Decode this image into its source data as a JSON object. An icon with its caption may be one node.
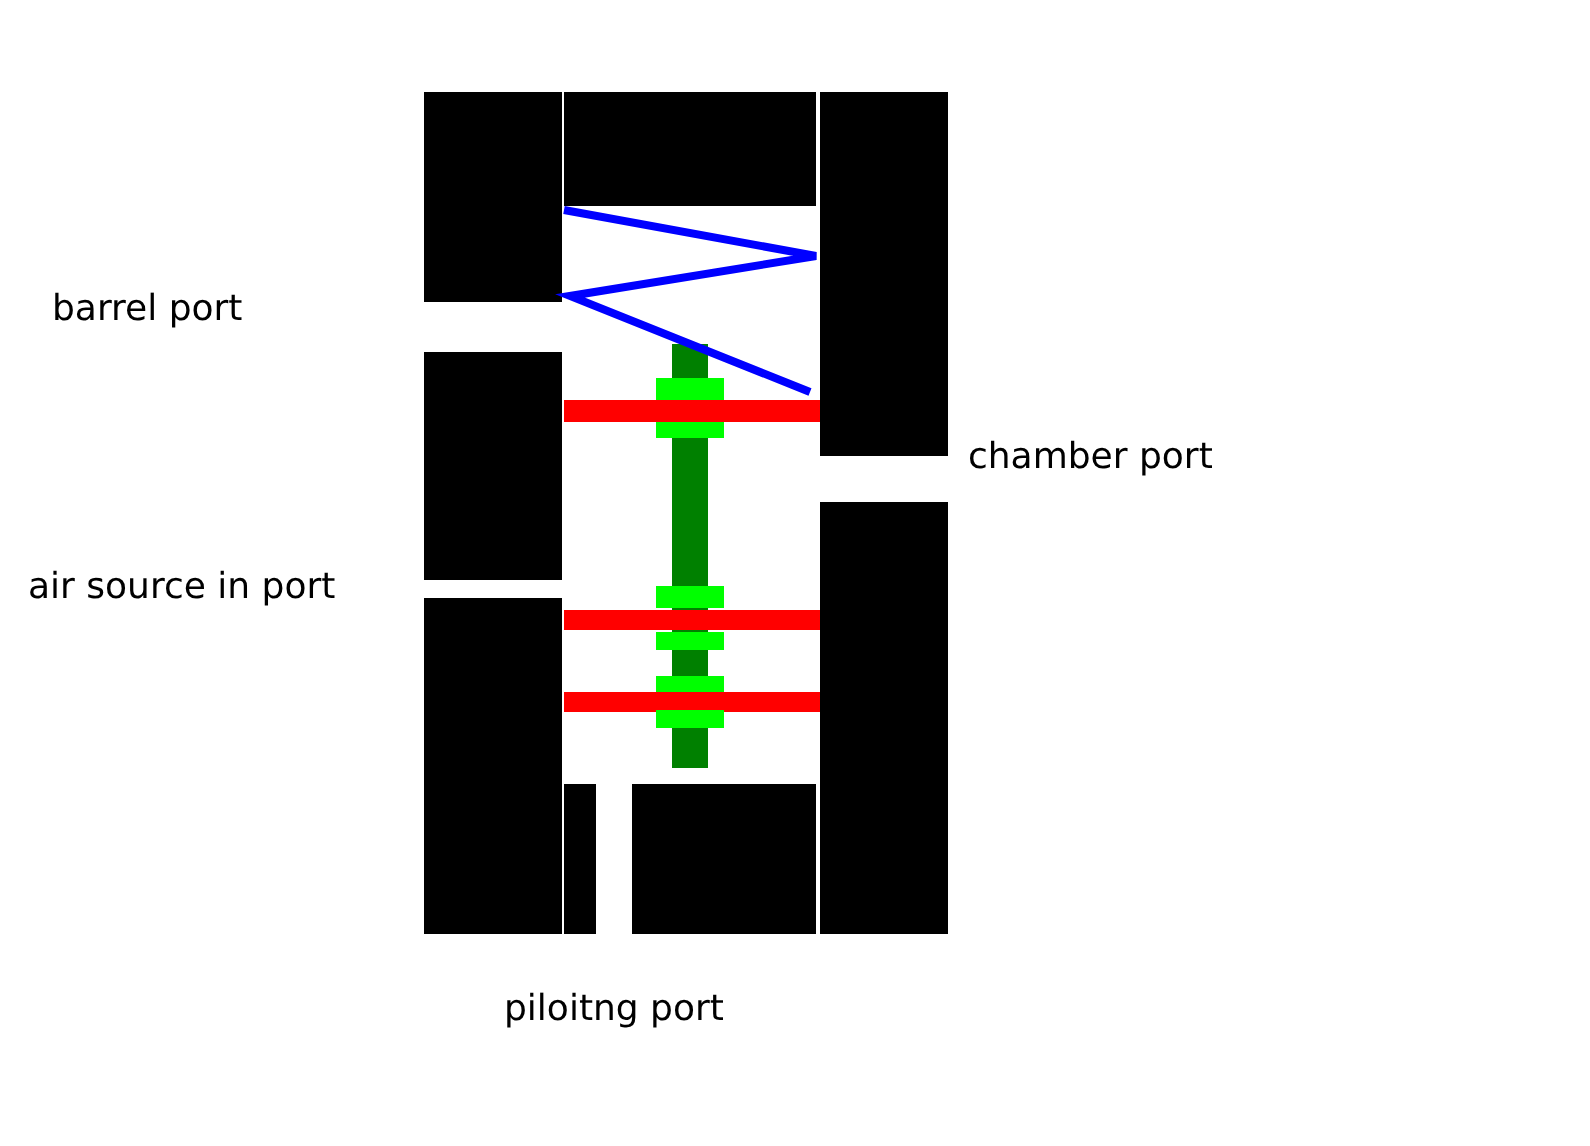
{
  "diagram": {
    "labels": [
      "barrel port",
      "chamber port",
      "air source in port",
      "piloitng port"
    ]
  }
}
